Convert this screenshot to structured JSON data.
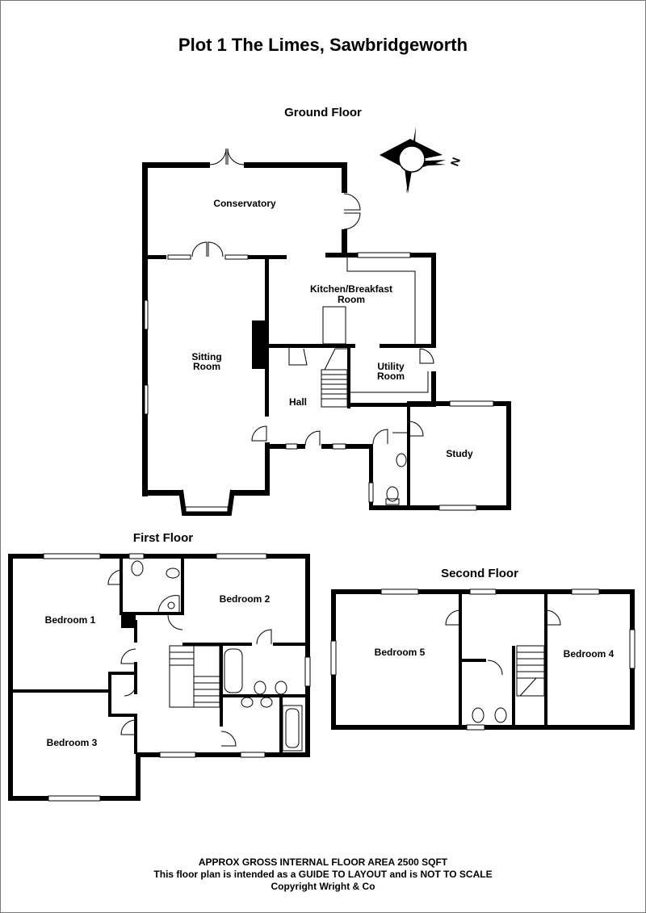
{
  "title": "Plot 1 The Limes, Sawbridgeworth",
  "compass_label": "N",
  "floors": {
    "ground": {
      "label": "Ground Floor",
      "rooms": {
        "conservatory": "Conservatory",
        "sitting_line1": "Sitting",
        "sitting_line2": "Room",
        "kitchen_line1": "Kitchen/Breakfast",
        "kitchen_line2": "Room",
        "utility_line1": "Utility",
        "utility_line2": "Room",
        "hall": "Hall",
        "study": "Study"
      }
    },
    "first": {
      "label": "First Floor",
      "rooms": {
        "bedroom1": "Bedroom 1",
        "bedroom2": "Bedroom 2",
        "bedroom3": "Bedroom 3"
      }
    },
    "second": {
      "label": "Second Floor",
      "rooms": {
        "bedroom5": "Bedroom 5",
        "bedroom4": "Bedroom 4"
      }
    }
  },
  "footer": {
    "line1": "APPROX GROSS INTERNAL FLOOR AREA 2500 SQFT",
    "line2": "This floor plan is intended as a GUIDE TO LAYOUT and is NOT TO SCALE",
    "line3": "Copyright Wright & Co"
  }
}
